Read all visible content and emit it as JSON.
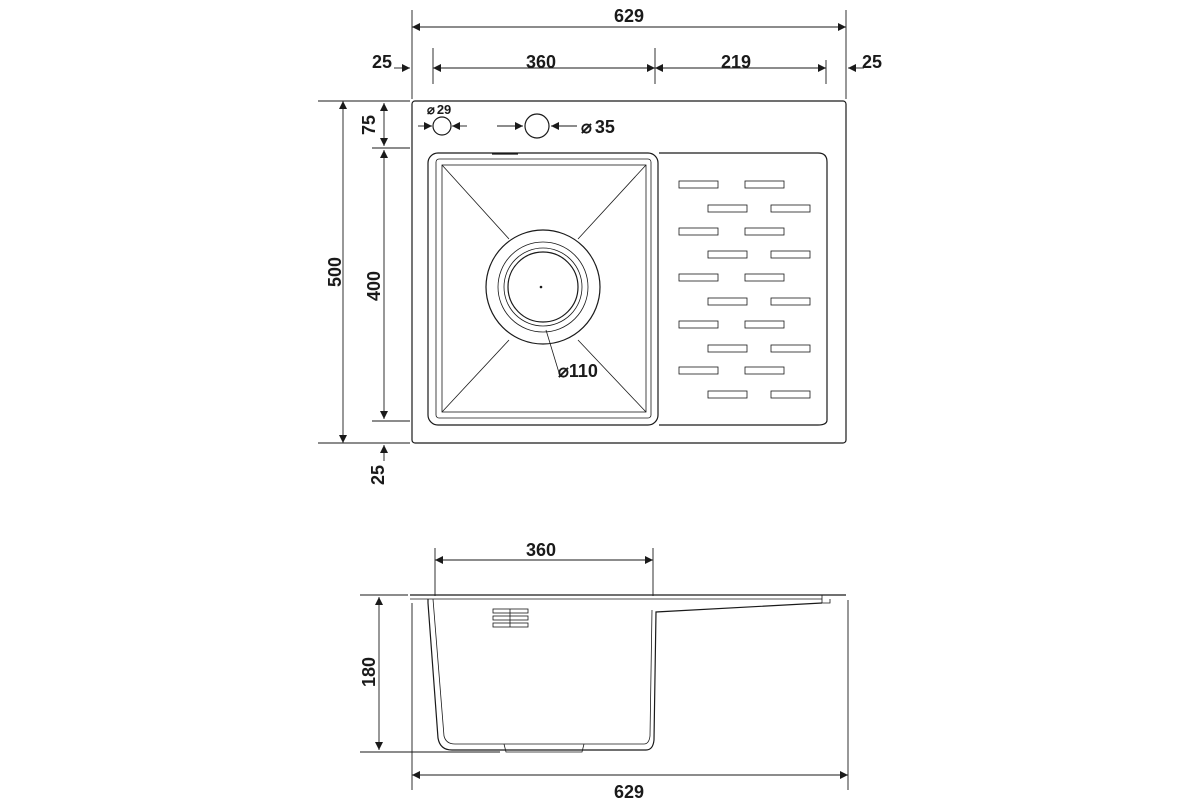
{
  "top_view": {
    "dim_overall_width": "629",
    "dim_left_margin": "25",
    "dim_bowl_width": "360",
    "dim_drainer_width": "219",
    "dim_right_margin": "25",
    "dim_overall_depth": "500",
    "dim_back_margin": "75",
    "dim_bowl_depth": "400",
    "dim_front_margin": "25",
    "hole_small_label": "29",
    "hole_tap_label": "35",
    "drain_label": "110",
    "diameter_symbol": "⌀"
  },
  "side_view": {
    "dim_bowl_width": "360",
    "dim_height": "180",
    "dim_overall_width": "629"
  }
}
